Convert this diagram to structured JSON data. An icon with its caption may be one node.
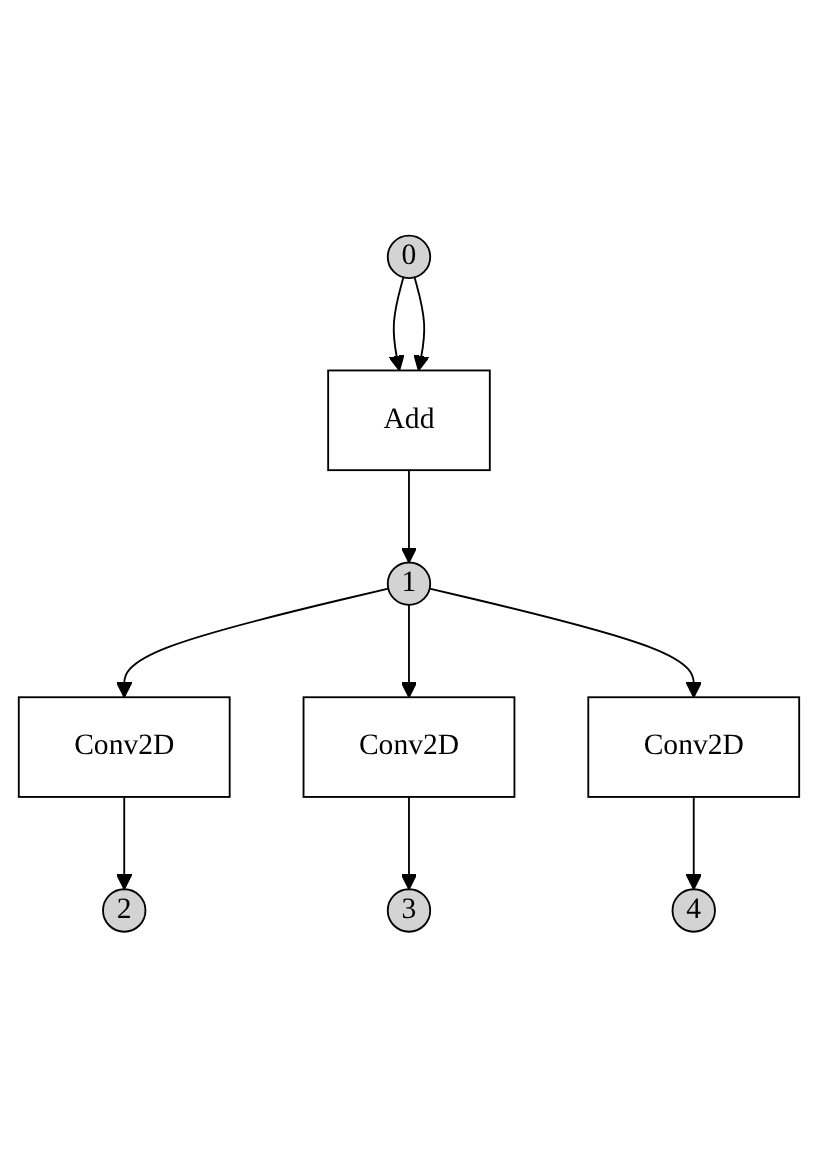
{
  "diagram": {
    "nodes": [
      {
        "text": [
          "0"
        ]
      },
      {
        "text": [
          "Add"
        ]
      },
      {
        "text": [
          "1"
        ]
      },
      {
        "text": [
          "Conv2D"
        ]
      },
      {
        "text": [
          "Conv2D"
        ]
      },
      {
        "text": [
          "Conv2D"
        ]
      },
      {
        "text": [
          "2"
        ]
      },
      {
        "text": [
          "3"
        ]
      },
      {
        "text": [
          "4"
        ]
      }
    ],
    "edges": [
      {
        "from": 0,
        "to": 1,
        "arrow": "to"
      },
      {
        "from": 0,
        "to": 1,
        "arrow": "to"
      },
      {
        "from": 1,
        "to": 2,
        "arrow": "to"
      },
      {
        "from": 2,
        "to": 3,
        "arrow": "to"
      },
      {
        "from": 2,
        "to": 4,
        "arrow": "to"
      },
      {
        "from": 2,
        "to": 5,
        "arrow": "to"
      },
      {
        "from": 3,
        "to": 6,
        "arrow": "to"
      },
      {
        "from": 4,
        "to": 7,
        "arrow": "to"
      },
      {
        "from": 5,
        "to": 8,
        "arrow": "to"
      }
    ]
  }
}
